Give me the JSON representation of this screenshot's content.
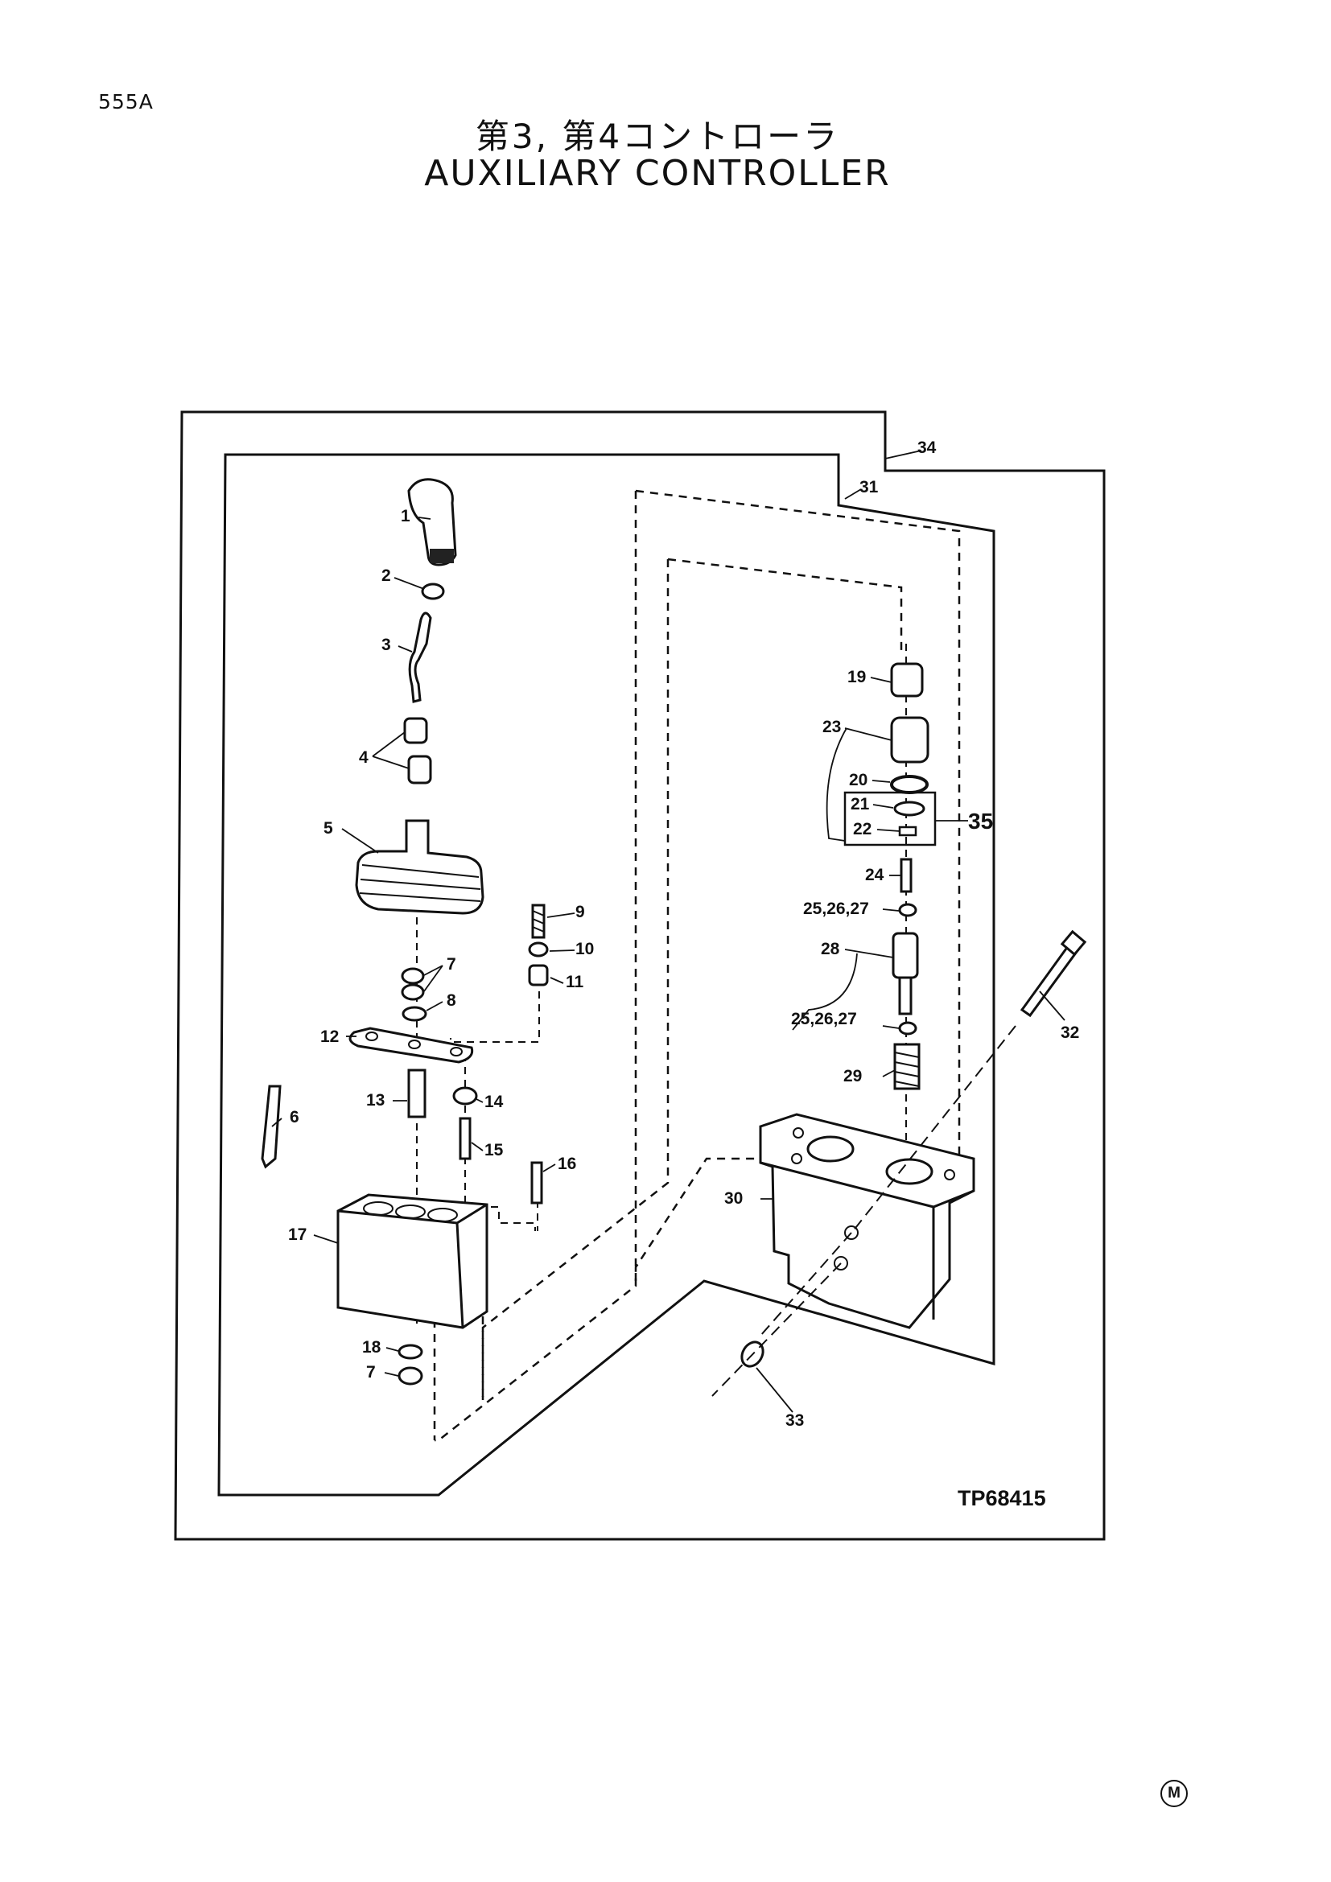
{
  "header": {
    "page_code": "555A",
    "title_jp": "第3, 第4コントローラ",
    "title_en": "AUXILIARY CONTROLLER"
  },
  "diagram": {
    "drawing_number": "TP68415",
    "callouts": [
      "1",
      "2",
      "3",
      "4",
      "5",
      "6",
      "7",
      "8",
      "9",
      "10",
      "11",
      "12",
      "13",
      "14",
      "15",
      "16",
      "17",
      "18",
      "7",
      "19",
      "20",
      "21",
      "22",
      "23",
      "24",
      "25,26,27",
      "28",
      "25,26,27",
      "29",
      "30",
      "31",
      "32",
      "33",
      "34",
      "35"
    ]
  },
  "footer": {
    "mark": "M"
  }
}
